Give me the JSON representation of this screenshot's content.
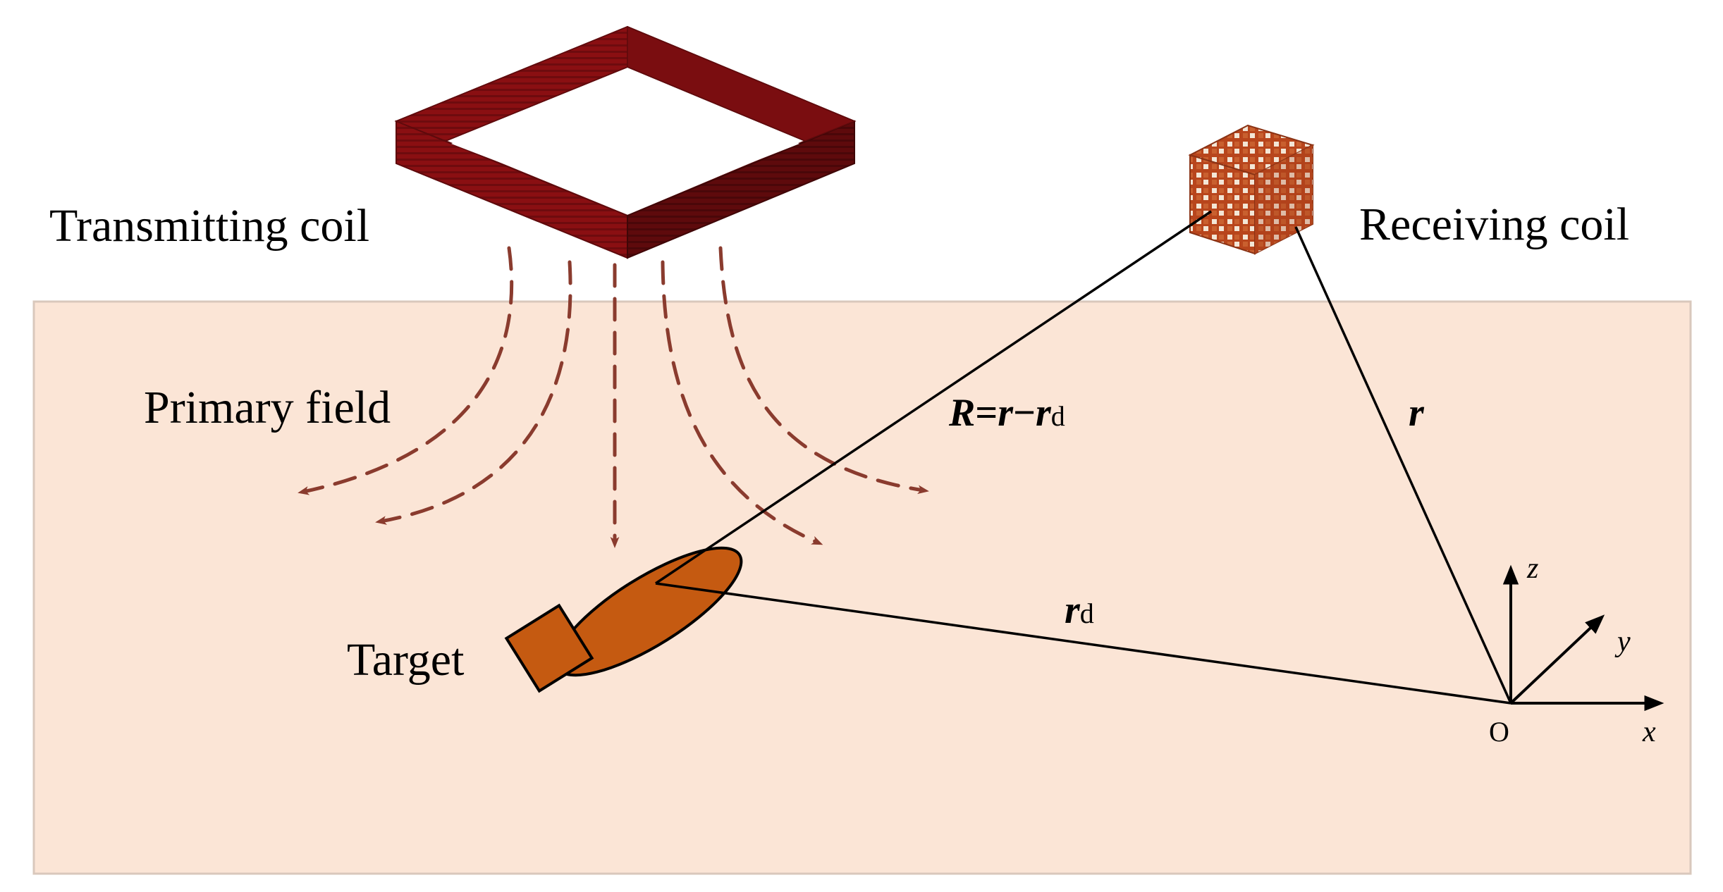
{
  "labels": {
    "transmitting_coil": "Transmitting coil",
    "receiving_coil": "Receiving coil",
    "primary_field": "Primary field",
    "target": "Target"
  },
  "vectors": {
    "R_main": "R",
    "R_eq": "=",
    "R_r": "r",
    "R_minus": "−",
    "R_rd": "r",
    "R_sub": "d",
    "r": "r",
    "rd": "r",
    "rd_sub": "d"
  },
  "axes": {
    "x": "x",
    "y": "y",
    "z": "z",
    "origin": "O"
  },
  "colors": {
    "ground": "#fbe5d6",
    "ground_border": "#d9c8bc",
    "coil_front": "#8a0f12",
    "coil_top": "#c0141a",
    "coil_side": "#5e0a0c",
    "field_lines": "#8a3b2e",
    "target_fill": "#c55a11",
    "receiver": "#b8451c"
  }
}
